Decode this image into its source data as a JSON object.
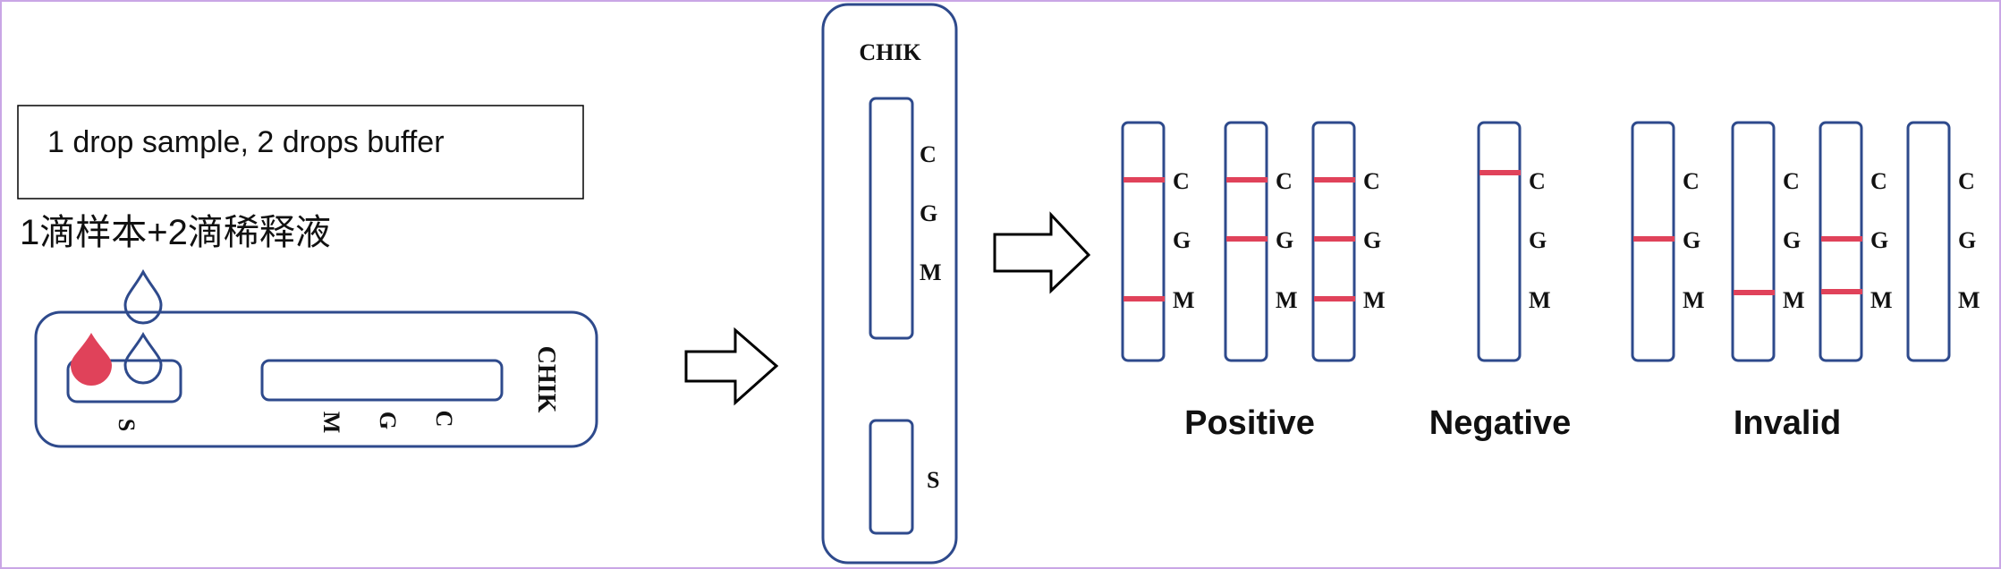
{
  "colors": {
    "outline": "#2e4a8c",
    "line": "#e0425a",
    "frame": "#c9a6e6",
    "text": "#111111"
  },
  "instruction": {
    "english": "1 drop sample, 2 drops buffer",
    "chinese": "1滴样本+2滴稀释液"
  },
  "cassette": {
    "brand": "CHIK",
    "sample_well_label": "S",
    "window_labels": [
      "C",
      "G",
      "M"
    ],
    "sample_drop_icon": "blood-drop-icon",
    "buffer_drop_icon": "buffer-drop-icon"
  },
  "arrows": [
    "right-arrow-icon",
    "right-arrow-icon"
  ],
  "strip": {
    "brand": "CHIK",
    "labels": [
      "C",
      "G",
      "M"
    ],
    "sample_label": "S"
  },
  "results": {
    "strip_labels": [
      "C",
      "G",
      "M"
    ],
    "groups": [
      {
        "label": "Positive",
        "strips": [
          {
            "lines": [
              "C",
              "M"
            ]
          },
          {
            "lines": [
              "C",
              "G"
            ]
          },
          {
            "lines": [
              "C",
              "G",
              "M"
            ]
          }
        ]
      },
      {
        "label": "Negative",
        "strips": [
          {
            "lines": [
              "C"
            ]
          }
        ]
      },
      {
        "label": "Invalid",
        "strips": [
          {
            "lines": [
              "G"
            ]
          },
          {
            "lines": [
              "M"
            ]
          },
          {
            "lines": [
              "G",
              "M"
            ]
          },
          {
            "lines": []
          }
        ]
      }
    ]
  }
}
